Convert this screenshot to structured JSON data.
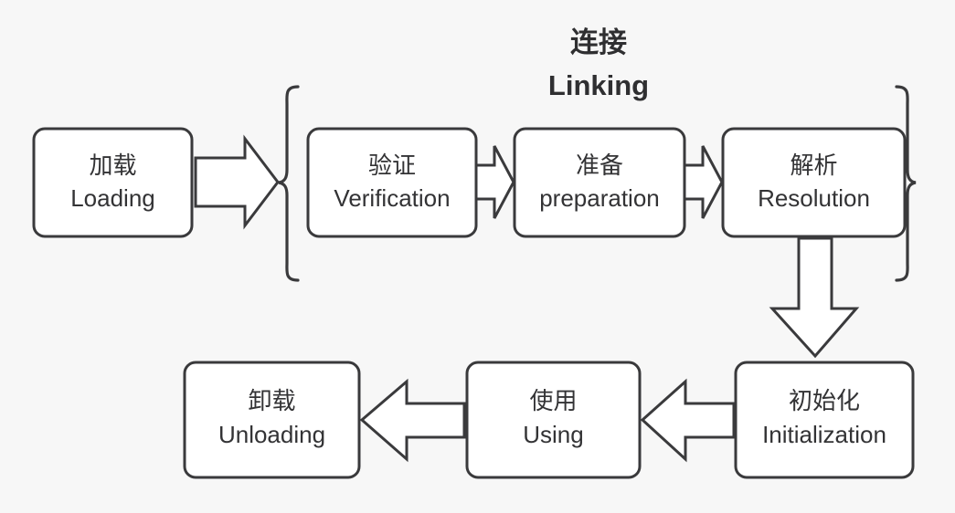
{
  "diagram": {
    "title": "连接 / Linking class lifecycle diagram",
    "background_color": "#f7f7f7",
    "box_fill": "#ffffff",
    "line_color": "#3a3a3c",
    "text_color": "#333335",
    "group": {
      "label_cn": "连接",
      "label_en": "Linking",
      "brace_left": "{",
      "brace_right": "}"
    },
    "nodes": {
      "loading": {
        "cn": "加载",
        "en": "Loading"
      },
      "verification": {
        "cn": "验证",
        "en": "Verification"
      },
      "preparation": {
        "cn": "准备",
        "en": "preparation"
      },
      "resolution": {
        "cn": "解析",
        "en": "Resolution"
      },
      "initialization": {
        "cn": "初始化",
        "en": "Initialization"
      },
      "using": {
        "cn": "使用",
        "en": "Using"
      },
      "unloading": {
        "cn": "卸载",
        "en": "Unloading"
      }
    },
    "connectors": {
      "loading_to_linking": "arrow-right",
      "verification_to_preparation": "arrow-right-small",
      "preparation_to_resolution": "arrow-right-small",
      "resolution_to_initialization": "arrow-down",
      "initialization_to_using": "arrow-left",
      "using_to_unloading": "arrow-left"
    }
  }
}
